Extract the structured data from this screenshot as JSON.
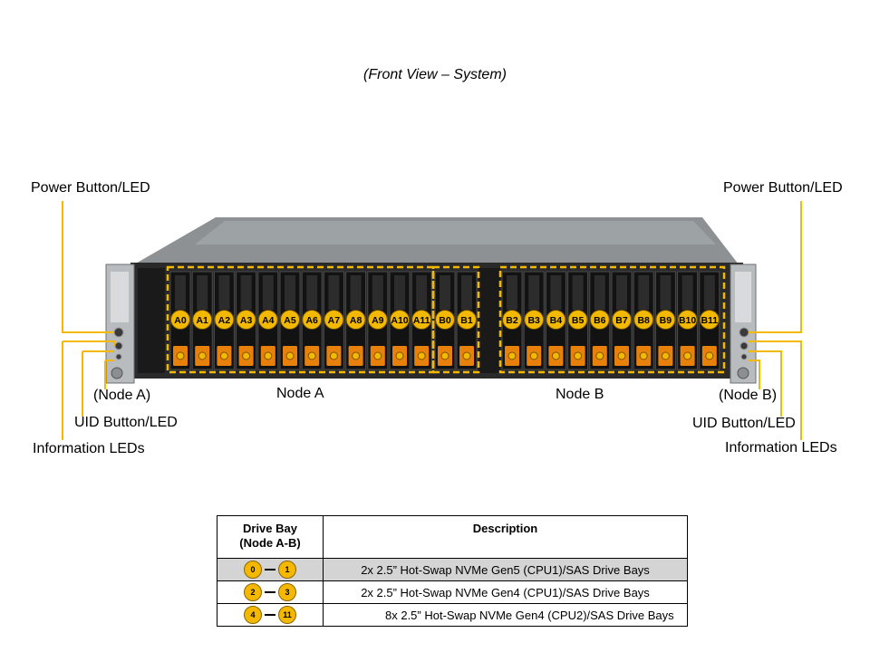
{
  "caption": "(Front View – System)",
  "labels": {
    "left_power": "Power Button/LED",
    "right_power": "Power Button/LED",
    "left_node": "(Node A)",
    "right_node": "(Node B)",
    "left_uid": "UID Button/LED",
    "right_uid": "UID Button/LED",
    "left_info": "Information  LEDs",
    "right_info": "Information  LEDs",
    "node_a": "Node A",
    "node_b": "Node B"
  },
  "bays_a": [
    "A0",
    "A1",
    "A2",
    "A3",
    "A4",
    "A5",
    "A6",
    "A7",
    "A8",
    "A9",
    "A10",
    "A11"
  ],
  "bays_b": [
    "B0",
    "B1",
    "B2",
    "B3",
    "B4",
    "B5",
    "B6",
    "B7",
    "B8",
    "B9",
    "B10",
    "B11"
  ],
  "table": {
    "header_bay": "Drive Bay",
    "header_bay_sub": "(Node A-B)",
    "header_desc": "Description",
    "rows": [
      {
        "from": "0",
        "to": "1",
        "desc": "2x 2.5” Hot-Swap NVMe Gen5 (CPU1)/SAS Drive  Bays"
      },
      {
        "from": "2",
        "to": "3",
        "desc": "2x 2.5” Hot-Swap NVMe Gen4 (CPU1)/SAS Drive  Bays"
      },
      {
        "from": "4",
        "to": "11",
        "desc": "8x 2.5” Hot-Swap NVMe Gen4 (CPU2)/SAS Drive  Bays"
      }
    ]
  },
  "colors": {
    "accent": "#f2b900",
    "chassis": "#2a2a2a",
    "leader": "#f2b900",
    "row_shade": "#d4d4d4"
  }
}
